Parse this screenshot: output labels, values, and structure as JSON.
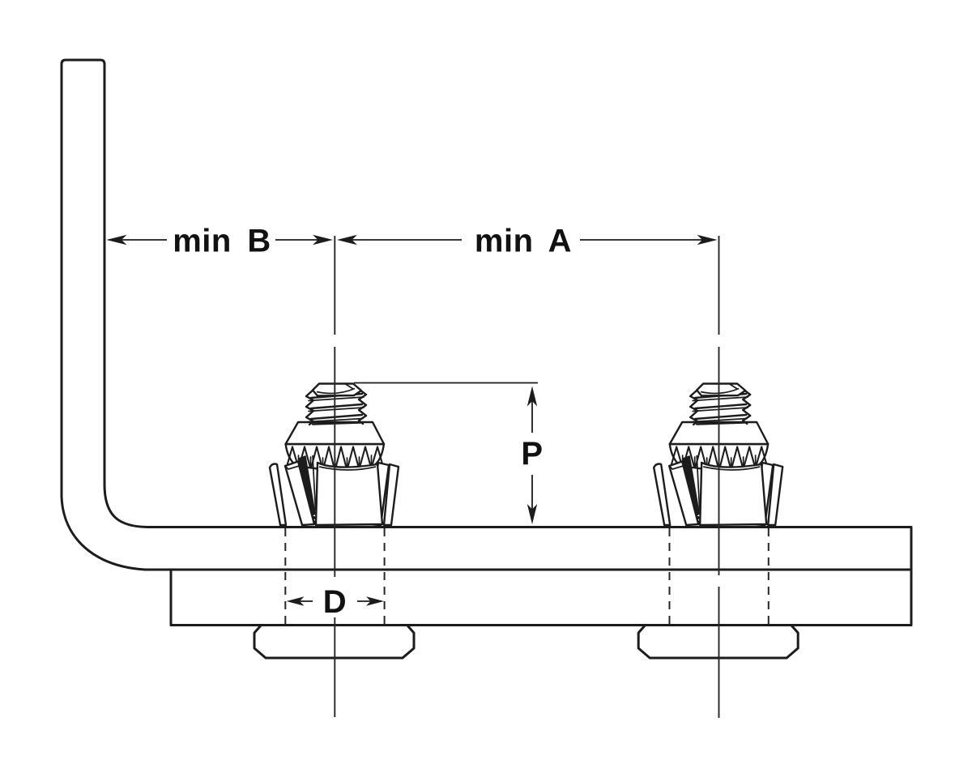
{
  "figure": {
    "kind": "fastener-installation-technical-drawing",
    "labels": {
      "min_b": "min B",
      "min_a": "min A",
      "shank_height": "P",
      "hole_diameter": "D"
    },
    "colors": {
      "line": "#1c1c1c",
      "background": "#ffffff",
      "text": "#111111"
    }
  }
}
